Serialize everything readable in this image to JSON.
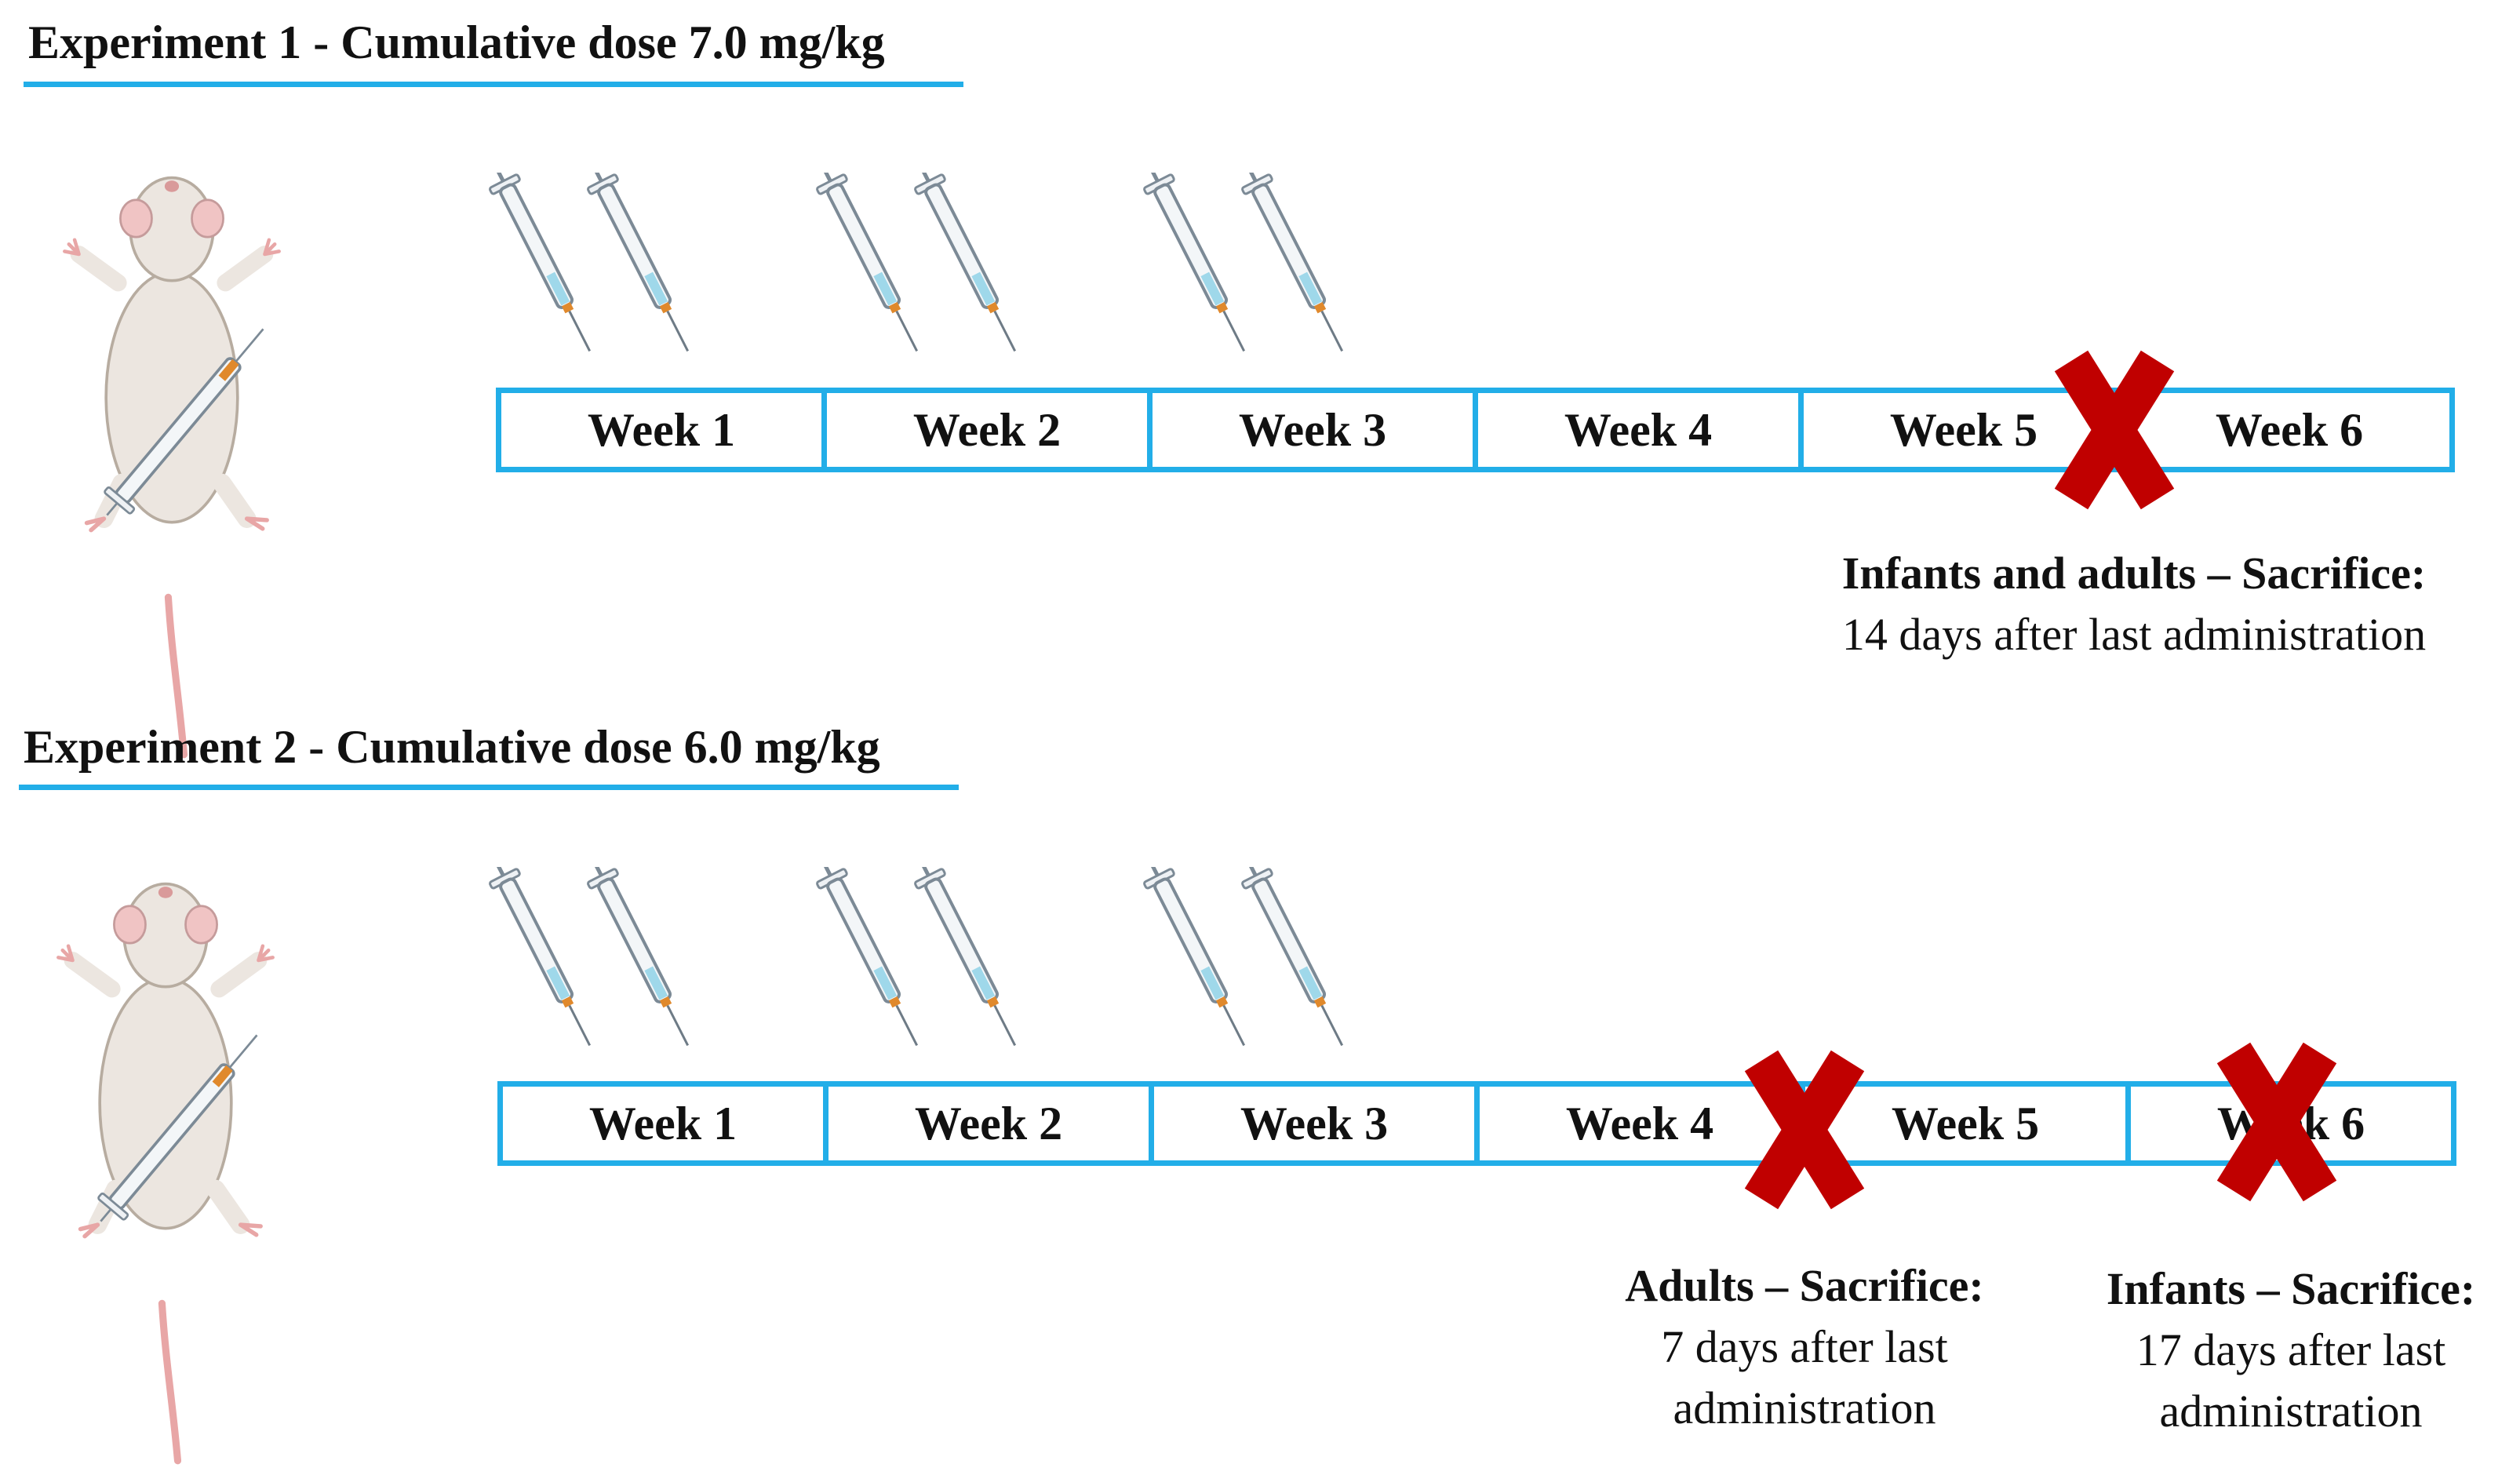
{
  "experiments": [
    {
      "title": "Experiment 1 - Cumulative dose 7.0 mg/kg",
      "weeks": [
        "Week 1",
        "Week 2",
        "Week 3",
        "Week 4",
        "Week 5",
        "Week 6"
      ],
      "notes": [
        {
          "heading": "Infants and adults  –  Sacrifice:",
          "line1": "14 days after last administration",
          "line2": ""
        }
      ]
    },
    {
      "title": "Experiment 2 - Cumulative dose 6.0 mg/kg",
      "weeks": [
        "Week 1",
        "Week 2",
        "Week 3",
        "Week 4",
        "Week 5",
        "Week 6"
      ],
      "notes": [
        {
          "heading": "Adults – Sacrifice:",
          "line1": "7 days after last",
          "line2": "administration"
        },
        {
          "heading": "Infants – Sacrifice:",
          "line1": "17 days after last",
          "line2": "administration"
        }
      ]
    }
  ],
  "colors": {
    "timeline": "#22aee8",
    "cross": "#c00000"
  },
  "icons": [
    "mouse-icon",
    "syringe-icon",
    "cross-mark-icon"
  ]
}
